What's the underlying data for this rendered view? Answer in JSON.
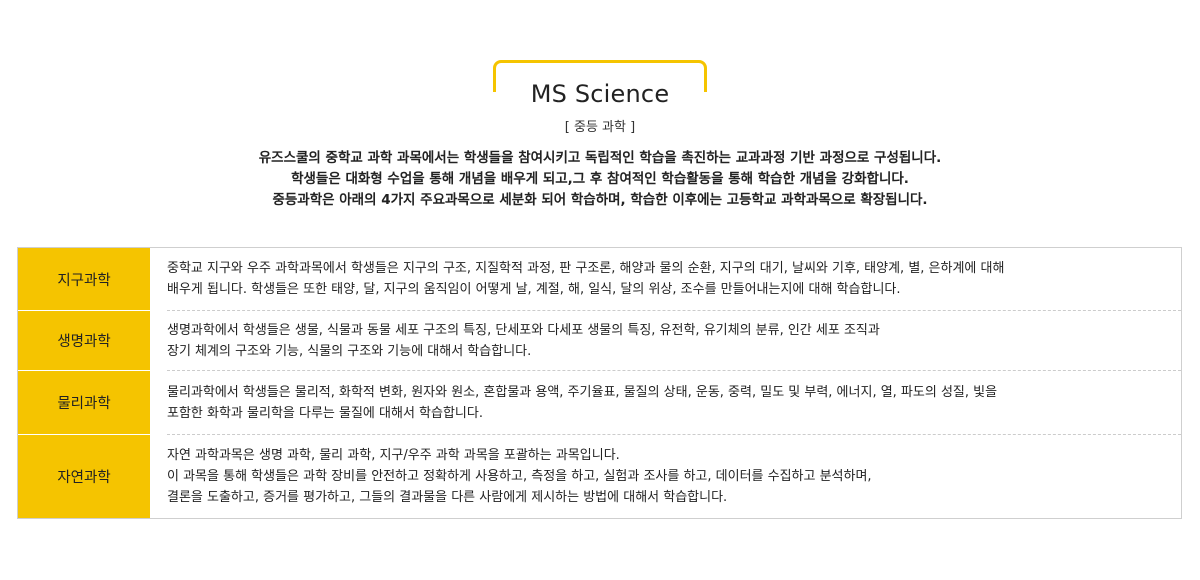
{
  "header": {
    "title": "MS Science",
    "subtitle": "[ 중등 과학 ]",
    "intro_lines": [
      "유즈스쿨의 중학교 과학 과목에서는 학생들을 참여시키고 독립적인 학습을 촉진하는 교과과정 기반 과정으로 구성됩니다.",
      "학생들은 대화형 수업을 통해 개념을 배우게 되고,그 후 참여적인 학습활동을 통해 학습한 개념을 강화합니다.",
      "중등과학은 아래의 4가지 주요과목으로 세분화 되어 학습하며, 학습한 이후에는 고등학교 과학과목으로 확장됩니다."
    ]
  },
  "subjects": [
    {
      "name": "지구과학",
      "lines": [
        "중학교 지구와 우주 과학과목에서 학생들은 지구의 구조, 지질학적 과정, 판 구조론, 해양과 물의 순환, 지구의 대기, 날씨와 기후, 태양계, 별, 은하계에 대해",
        "배우게 됩니다. 학생들은 또한 태양, 달, 지구의 움직임이 어떻게 날, 계절, 해, 일식, 달의 위상, 조수를 만들어내는지에 대해 학습합니다."
      ]
    },
    {
      "name": "생명과학",
      "lines": [
        "생명과학에서 학생들은 생물, 식물과 동물 세포 구조의 특징, 단세포와 다세포 생물의 특징, 유전학, 유기체의 분류, 인간 세포 조직과",
        "장기 체계의 구조와 기능, 식물의 구조와 기능에 대해서 학습합니다."
      ]
    },
    {
      "name": "물리과학",
      "lines": [
        "물리과학에서 학생들은 물리적, 화학적 변화, 원자와 원소, 혼합물과 용액, 주기율표, 물질의 상태, 운동, 중력, 밀도 및 부력, 에너지, 열, 파도의 성질, 빛을",
        "포함한 화학과 물리학을 다루는 물질에 대해서 학습합니다."
      ]
    },
    {
      "name": "자연과학",
      "lines": [
        "자연 과학과목은 생명 과학, 물리 과학, 지구/우주 과학 과목을 포괄하는 과목입니다.",
        "이 과목을 통해 학생들은 과학 장비를 안전하고 정확하게 사용하고, 측정을 하고, 실험과 조사를 하고, 데이터를 수집하고 분석하며,",
        "결론을 도출하고, 증거를 평가하고, 그들의 결과물을 다른 사람에게 제시하는 방법에 대해서 학습합니다."
      ]
    }
  ],
  "colors": {
    "accent": "#f5c400",
    "border": "#cfcfcf",
    "text": "#222222"
  }
}
